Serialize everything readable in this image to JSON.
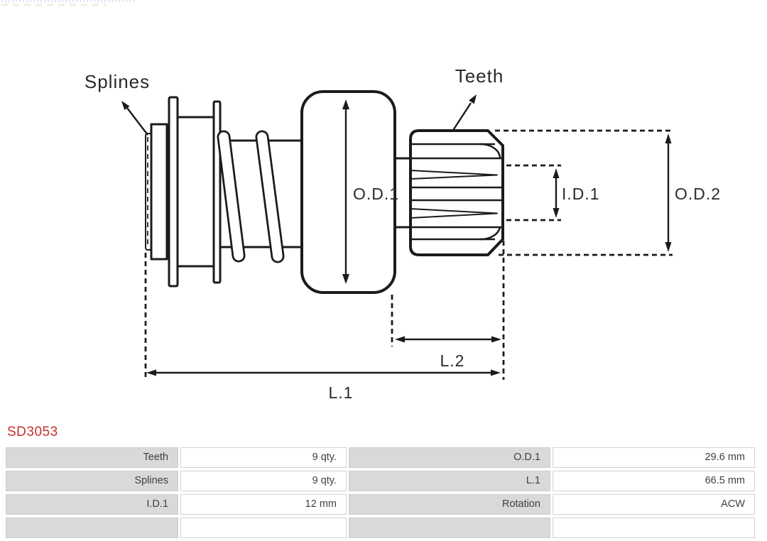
{
  "part": {
    "code": "SD3053"
  },
  "diagram": {
    "type": "technical-line-drawing",
    "subject": "starter drive pinion (bendix) side view with dimension callouts",
    "labels": {
      "splines": "Splines",
      "teeth": "Teeth",
      "od1": "O.D.1",
      "id1": "I.D.1",
      "od2": "O.D.2",
      "l2": "L.2",
      "l1": "L.1"
    }
  },
  "specs": {
    "rows": [
      {
        "c1_label": "Teeth",
        "c1_value": "9 qty.",
        "c2_label": "O.D.1",
        "c2_value": "29.6 mm"
      },
      {
        "c1_label": "Splines",
        "c1_value": "9 qty.",
        "c2_label": "L.1",
        "c2_value": "66.5 mm"
      },
      {
        "c1_label": "I.D.1",
        "c1_value": "12 mm",
        "c2_label": "Rotation",
        "c2_value": "ACW"
      }
    ]
  },
  "colors": {
    "accent_red": "#c3312f",
    "cell_gray": "#d9d9d9",
    "cell_border": "#cdcdcd",
    "line_black": "#1b1b1b",
    "text_dark": "#3f3f3f"
  }
}
